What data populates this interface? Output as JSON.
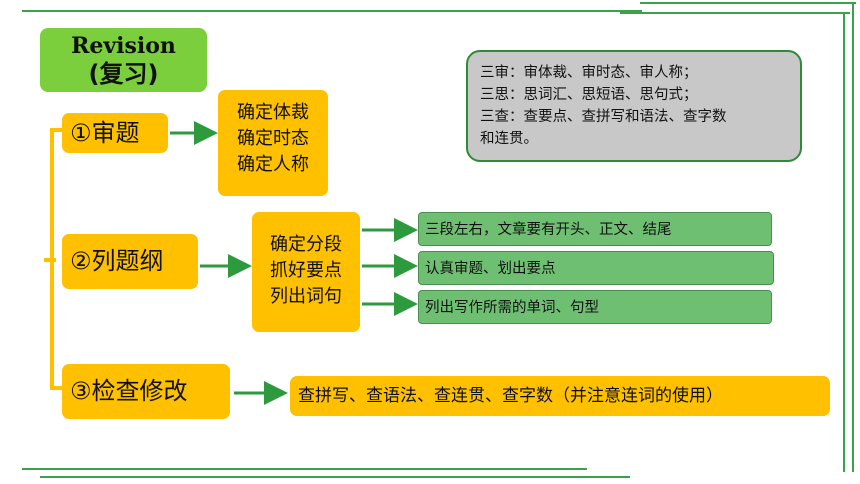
{
  "header": {
    "title_en": "Revision",
    "title_cn": "(复习)"
  },
  "note": {
    "lines": [
      "三审：审体裁、审时态、审人称；",
      "三思：思词汇、思短语、思句式；",
      "三查：查要点、查拼写和语法、查字数",
      "和连贯。"
    ]
  },
  "steps": [
    {
      "label": "①审题",
      "details": [
        "确定体裁",
        "确定时态",
        "确定人称"
      ]
    },
    {
      "label": "②列题纲",
      "details": [
        "确定分段",
        "抓好要点",
        "列出词句"
      ],
      "sub_items": [
        "三段左右，文章要有开头、正文、结尾",
        "认真审题、划出要点",
        "列出写作所需的单词、句型"
      ]
    },
    {
      "label": "③检查修改",
      "result": "查拼写、查语法、查连贯、查字数（并注意连词的使用）"
    }
  ],
  "colors": {
    "accent_green": "#3aa34a",
    "box_yellow": "#ffc000",
    "title_green": "#7ccf3c",
    "sub_green": "#6fbf73",
    "note_gray": "#c8c8c8"
  }
}
